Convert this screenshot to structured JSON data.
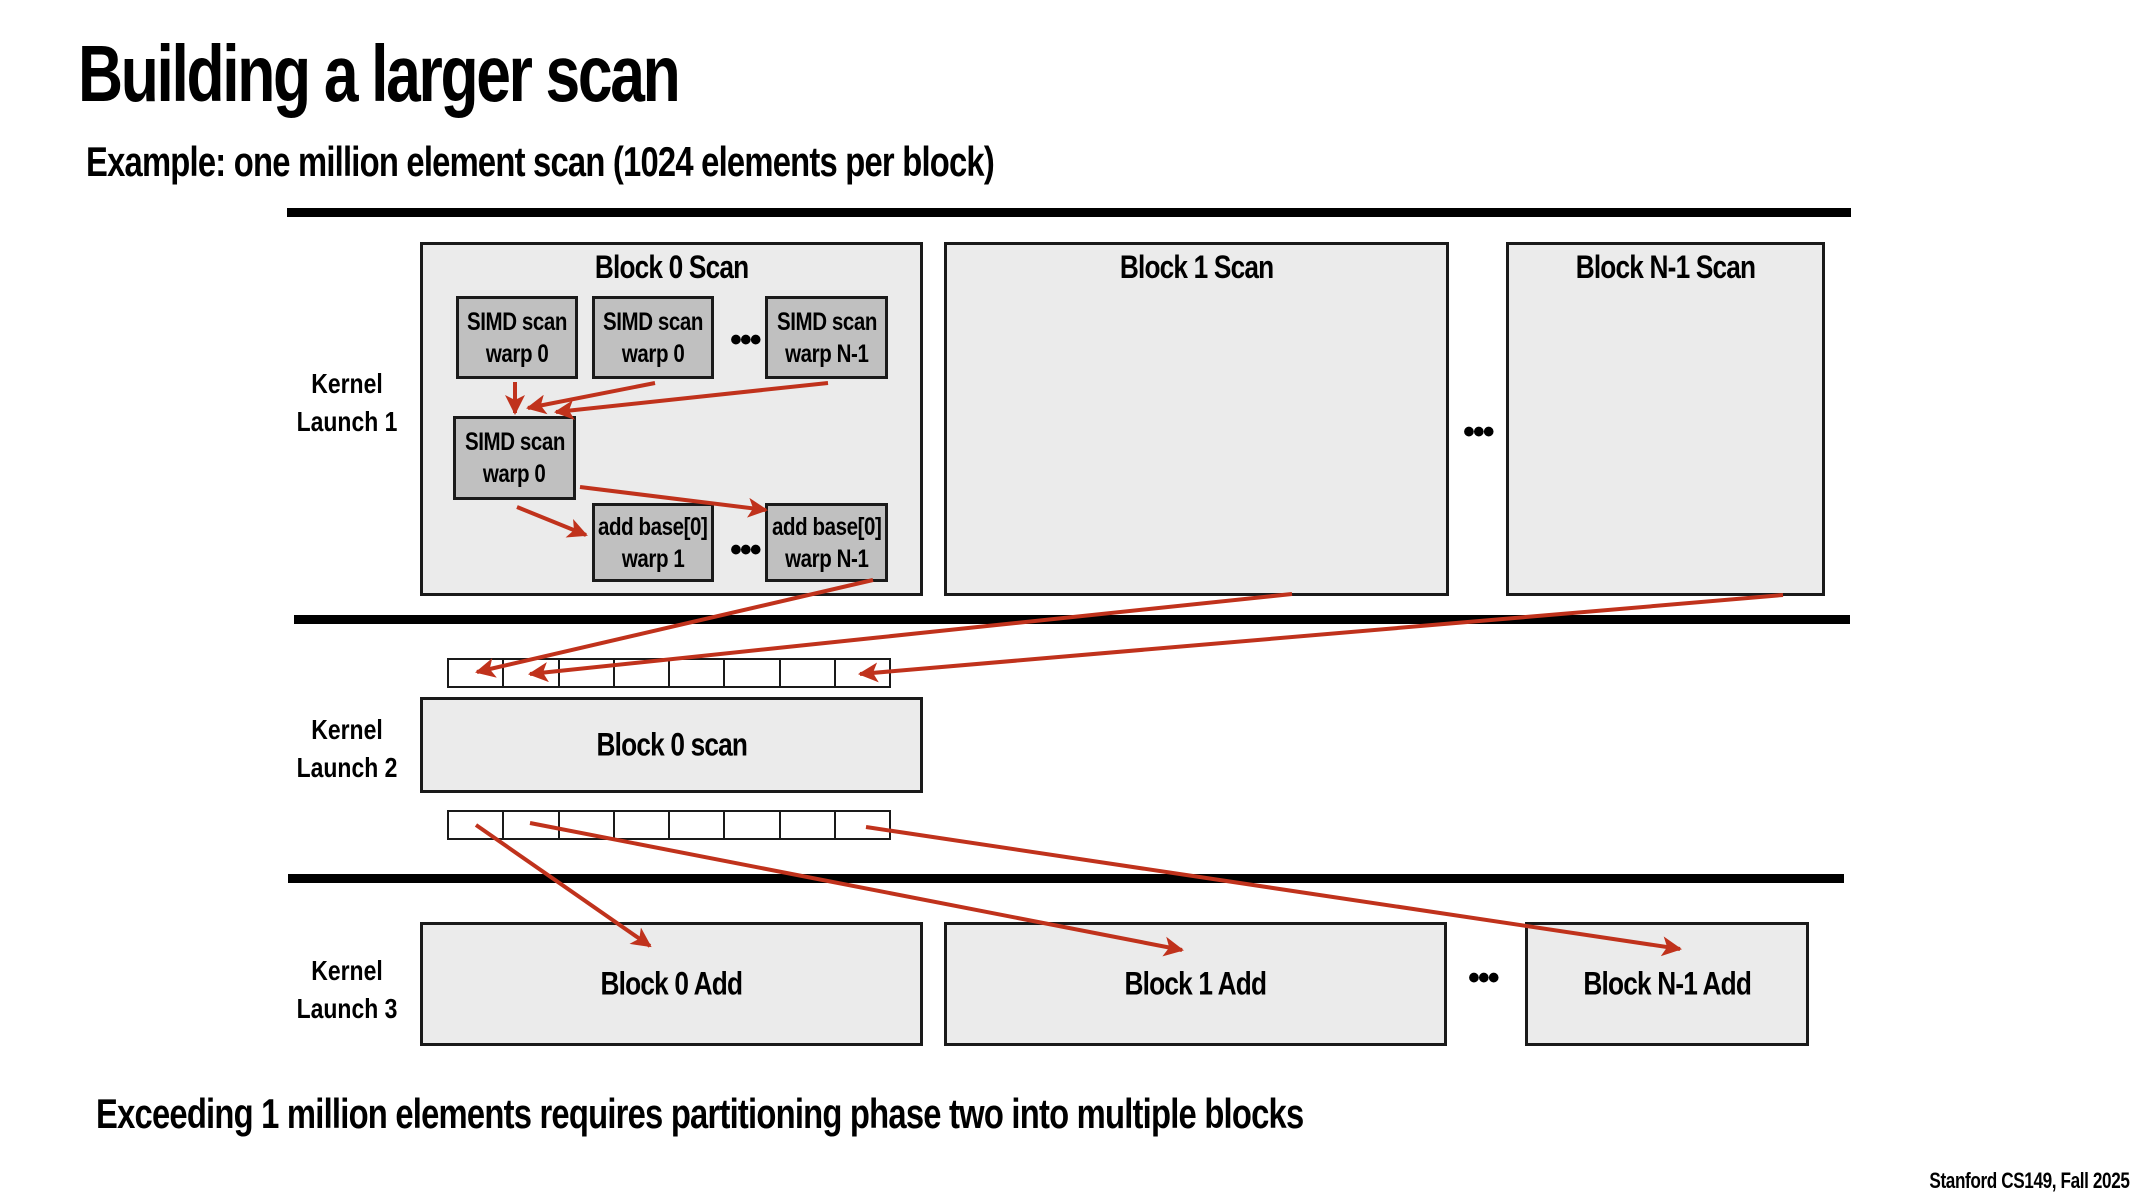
{
  "slide": {
    "title": "Building a larger scan",
    "subtitle": "Example: one million element scan (1024 elements per block)",
    "footer_note": "Exceeding 1 million elements requires partitioning phase two into multiple blocks",
    "credit": "Stanford CS149, Fall 2025"
  },
  "colors": {
    "arrow": "#c0321c",
    "block_fill": "#ebebeb",
    "warp_fill": "#c0c0c0",
    "rule": "#000000"
  },
  "kernel_launch_1": {
    "label_line1": "Kernel",
    "label_line2": "Launch 1",
    "blocks": [
      {
        "title": "Block 0 Scan"
      },
      {
        "title": "Block 1 Scan"
      },
      {
        "title": "Block N-1 Scan"
      }
    ],
    "between_blocks_ellipsis": "•••",
    "block0_detail": {
      "warps_row1": [
        {
          "line1": "SIMD scan",
          "line2": "warp 0"
        },
        {
          "line1": "SIMD scan",
          "line2": "warp 0"
        },
        {
          "line1": "SIMD scan",
          "line2": "warp N-1"
        }
      ],
      "warps_row1_ellipsis": "•••",
      "base_scan_warp": {
        "line1": "SIMD scan",
        "line2": "warp 0"
      },
      "add_warps": [
        {
          "line1": "add base[0]",
          "line2": "warp 1"
        },
        {
          "line1": "add base[0]",
          "line2": "warp N-1"
        }
      ],
      "add_warps_ellipsis": "•••"
    }
  },
  "kernel_launch_2": {
    "label_line1": "Kernel",
    "label_line2": "Launch 2",
    "block": {
      "title": "Block 0 scan"
    },
    "input_buffer_cells": 8,
    "output_buffer_cells": 8
  },
  "kernel_launch_3": {
    "label_line1": "Kernel",
    "label_line2": "Launch 3",
    "blocks": [
      {
        "title": "Block 0 Add"
      },
      {
        "title": "Block 1 Add"
      },
      {
        "title": "Block N-1 Add"
      }
    ],
    "between_blocks_ellipsis": "•••"
  }
}
